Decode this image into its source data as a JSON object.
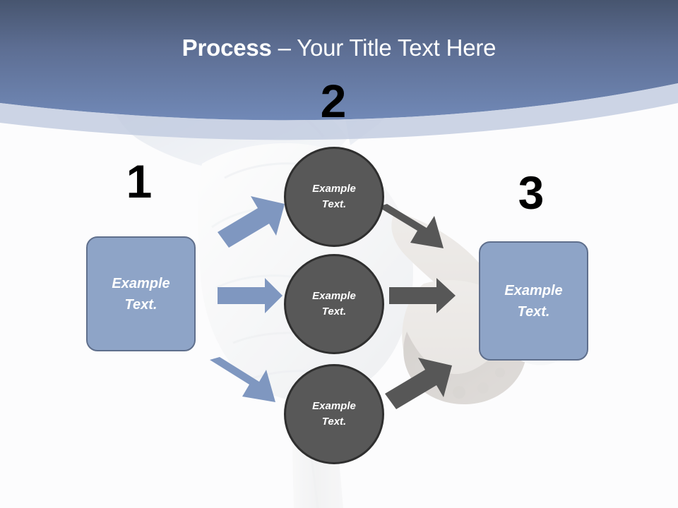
{
  "slide": {
    "title_bold": "Process",
    "title_rest": " – Your Title Text Here",
    "background_photo": "breakdancer-handstand-photo",
    "colors": {
      "banner_top": "#4a5878",
      "banner_bottom": "#7089b8",
      "banner_band": "#c3cde0",
      "box_fill": "#8ea4c7",
      "box_border": "#5f6f8c",
      "circle_fill": "#585858",
      "circle_border": "#2f2f2f",
      "arrow_blue": "#7f97c0",
      "arrow_gray": "#575757",
      "number_color": "#000000",
      "slide_background": "#fbfbfc"
    }
  },
  "steps": [
    {
      "number": "1",
      "label_line1": "Example",
      "label_line2": "Text."
    },
    {
      "number": "2",
      "label_line1": "Example",
      "label_line2": "Text."
    },
    {
      "number": "3",
      "label_line1": "Example",
      "label_line2": "Text."
    }
  ],
  "left_box": {
    "line1": "Example",
    "line2": "Text."
  },
  "right_box": {
    "line1": "Example",
    "line2": "Text."
  },
  "circles": [
    {
      "line1": "Example",
      "line2": "Text."
    },
    {
      "line1": "Example",
      "line2": "Text."
    },
    {
      "line1": "Example",
      "line2": "Text."
    }
  ],
  "arrows": {
    "blue": [
      {
        "name": "arrow-left-to-circle-top",
        "direction": "up-right"
      },
      {
        "name": "arrow-left-to-circle-middle",
        "direction": "right"
      },
      {
        "name": "arrow-left-to-circle-bottom",
        "direction": "down-right"
      }
    ],
    "gray": [
      {
        "name": "arrow-circle-top-to-right",
        "direction": "down-right"
      },
      {
        "name": "arrow-circle-middle-to-right",
        "direction": "right"
      },
      {
        "name": "arrow-circle-bottom-to-right",
        "direction": "up-right"
      }
    ]
  }
}
